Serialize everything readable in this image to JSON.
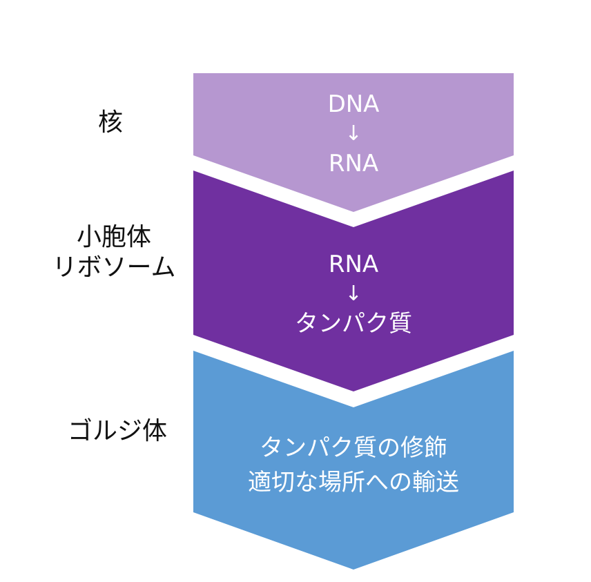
{
  "colors": {
    "stage1": "#B697D0",
    "stage2": "#7030A0",
    "stage3": "#5B9BD5",
    "text_on_stage": "#FFFFFF",
    "label_text": "#111111",
    "background": "#FFFFFF"
  },
  "labels": {
    "nucleus": "核",
    "er_line1": "小胞体",
    "er_line2": "リボソーム",
    "golgi": "ゴルジ体"
  },
  "stages": {
    "stage1": {
      "top": "DNA",
      "arrow": "↓",
      "bottom": "RNA"
    },
    "stage2": {
      "top": "RNA",
      "arrow": "↓",
      "bottom": "タンパク質"
    },
    "stage3": {
      "line1": "タンパク質の修飾",
      "line2": "適切な場所への輸送"
    }
  }
}
